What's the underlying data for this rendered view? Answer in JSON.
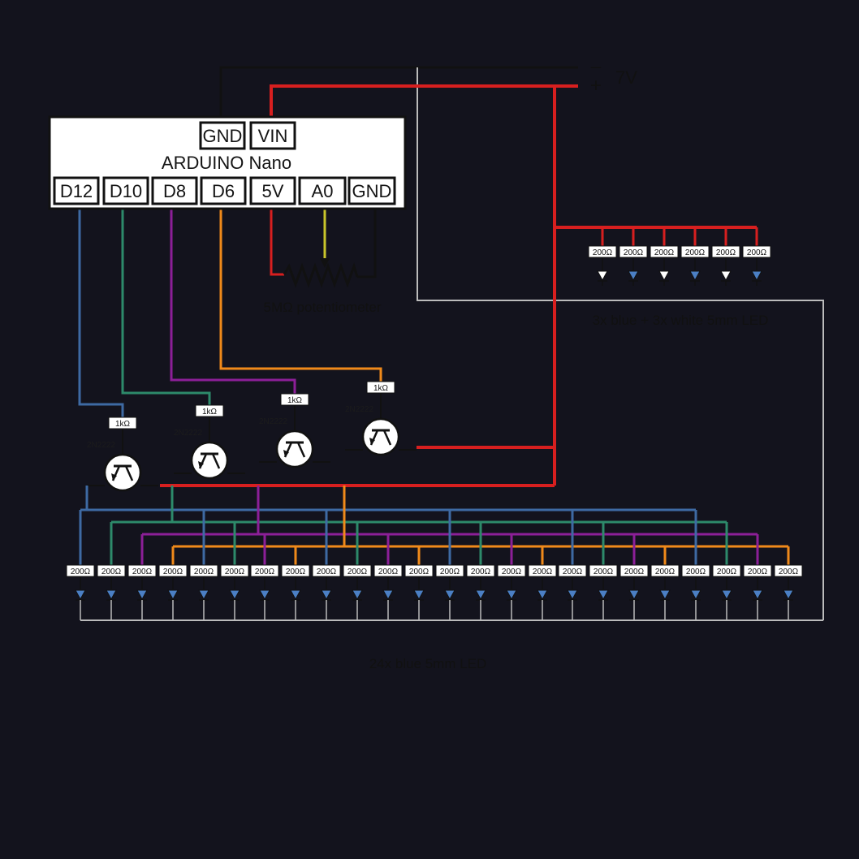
{
  "supply": {
    "minus": "–",
    "plus": "+",
    "voltage": "7V"
  },
  "arduino": {
    "title": "ARDUINO Nano",
    "top_pins": [
      "GND",
      "VIN"
    ],
    "bottom_pins": [
      "D12",
      "D10",
      "D8",
      "D6",
      "5V",
      "A0",
      "GND"
    ]
  },
  "potentiometer": {
    "label": "5MΩ potentiometer"
  },
  "transistors": {
    "part": "2N2222",
    "base_resistor": "1kΩ",
    "drivers": [
      "D12",
      "D10",
      "D8",
      "D6"
    ]
  },
  "indicator_leds": {
    "label": "3x blue + 3x white 5mm LED",
    "resistor": "200Ω",
    "colors": [
      "white",
      "blue",
      "white",
      "blue",
      "white",
      "blue"
    ]
  },
  "led_bank": {
    "label": "24x blue 5mm LED",
    "resistor": "200Ω",
    "count": 24,
    "channel_order": [
      "D12",
      "D10",
      "D8",
      "D6"
    ]
  },
  "colors": {
    "background": "#13131d",
    "gnd": "#111111",
    "vcc": "#d71f1f",
    "d12": "#3e6aa3",
    "d10": "#2d8a6a",
    "d8": "#8c1f98",
    "d6": "#f08a1a",
    "a0": "#c9c52a",
    "ground_return": "#bbbbbb",
    "blue_led": "#4b7fc4",
    "white_led": "#ffffff"
  }
}
